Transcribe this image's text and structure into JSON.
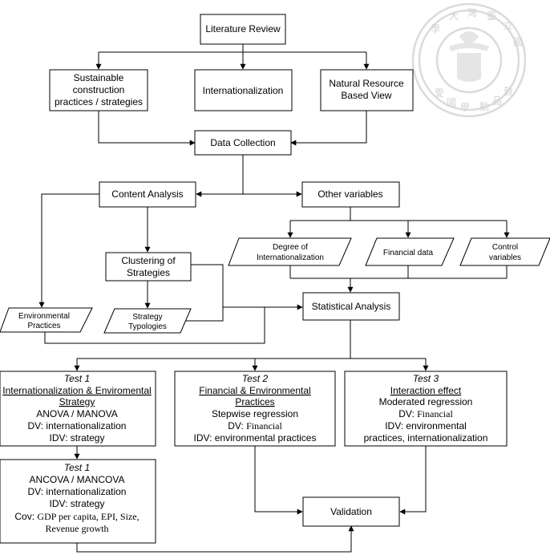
{
  "nodes": {
    "literature_review": "Literature Review",
    "sustainable": [
      "Sustainable",
      "construction",
      "practices / strategies"
    ],
    "internationalization": "Internationalization",
    "nrbv": [
      "Natural Resource",
      "Based View"
    ],
    "data_collection": "Data Collection",
    "content_analysis": "Content Analysis",
    "other_variables": "Other variables",
    "degree_int": [
      "Degree of",
      "Internationalization"
    ],
    "financial_data": "Financial data",
    "control_vars": [
      "Control",
      "variables"
    ],
    "clustering": [
      "Clustering of",
      "Strategies"
    ],
    "env_practices": [
      "Environmental",
      "Practices"
    ],
    "strategy_typologies": [
      "Strategy",
      "Typologies"
    ],
    "statistical_analysis": "Statistical Analysis",
    "validation": "Validation"
  },
  "tests": {
    "test1a": {
      "title": "Test 1",
      "underline": [
        "Internationalization & Enviromental",
        "Strategy"
      ],
      "lines": [
        "ANOVA / MANOVA",
        "DV: internationalization",
        "IDV: strategy"
      ]
    },
    "test2": {
      "title": "Test 2",
      "underline": [
        "Financial & Environmental",
        "Practices"
      ],
      "line1": "Stepwise regression",
      "dv_label": "DV: ",
      "dv_value": "Financial",
      "line3": "IDV: environmental practices"
    },
    "test3": {
      "title": "Test 3",
      "underline": "Interaction effect",
      "line1": "Moderated regression",
      "dv_label": "DV: ",
      "dv_value": "Financial",
      "lines": [
        "IDV: environmental",
        "practices, internationalization"
      ]
    },
    "test1b": {
      "title": "Test 1",
      "lines": [
        "ANCOVA / MANCOVA",
        "DV: internationalization",
        "IDV: strategy"
      ],
      "cov_label": "Cov: ",
      "cov_value": "GDP per capita, EPI, Size,",
      "cov_value2": "Revenue growth"
    }
  },
  "seal": {
    "name": "university-seal",
    "chars": [
      "學",
      "大",
      "灣",
      "臺",
      "立",
      "國"
    ],
    "inner_chars": [
      "愛",
      "國",
      "學",
      "勤",
      "品",
      "敦"
    ]
  }
}
